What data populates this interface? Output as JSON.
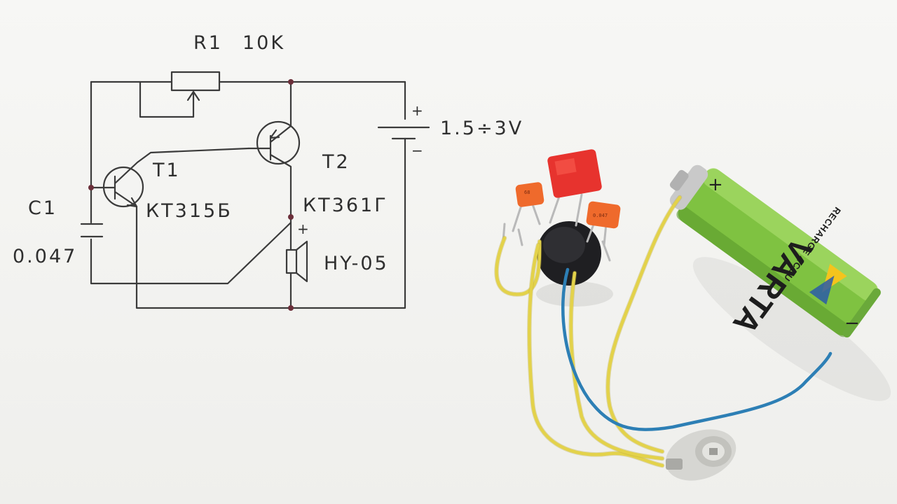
{
  "schematic": {
    "r1_label": "R1",
    "r1_value": "10K",
    "t1_label": "T1",
    "t1_part": "КТ315Б",
    "t2_label": "T2",
    "t2_part": "КТ361Г",
    "c1_label": "C1",
    "c1_value": "0.047",
    "speaker_label": "HY-05",
    "supply_label": "1.5÷3V",
    "plus_sign": "+",
    "minus_sign": "−"
  },
  "battery": {
    "brand": "VARTA",
    "subtitle": "RECHARGE ACCU",
    "plus_mark": "+",
    "minus_mark": "−"
  },
  "capacitors": {
    "left_marking": "68",
    "right_marking": "0.047"
  },
  "colors": {
    "ink": "#3b3b3b",
    "wire_yellow": "#e3d24a",
    "wire_blue": "#2d7fb5",
    "battery_green": "#7fc241",
    "capacitor_orange": "#ef6a2c",
    "capacitor_red": "#e7332e",
    "buzzer_black": "#1f1f22"
  },
  "icons": {
    "transistor": "transistor-symbol-icon",
    "potentiometer": "potentiometer-symbol-icon",
    "battery": "battery-symbol-icon",
    "speaker": "speaker-symbol-icon",
    "capacitor": "capacitor-symbol-icon"
  }
}
